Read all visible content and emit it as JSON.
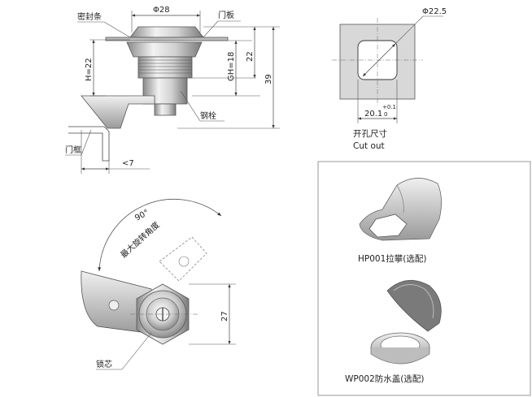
{
  "side_view": {
    "seal_label": "密封条",
    "door_panel_label": "门板",
    "door_frame_label": "门框",
    "latch_label": "钢栓",
    "flange_diameter": "Φ28",
    "height_label": "H=22",
    "grip_height_label": "GH=18",
    "dim_22": "22",
    "dim_39": "39",
    "offset_label": "<7"
  },
  "cutout": {
    "diameter_label": "Φ22.5",
    "width_label": "20.1",
    "tol_plus": "+0.1",
    "tol_minus": "0",
    "title_cn": "开孔尺寸",
    "title_en": "Cut out"
  },
  "front_view": {
    "angle_label": "90°",
    "rotation_label": "最大旋转角度",
    "height_label": "27",
    "core_label": "锁芯"
  },
  "accessories": {
    "hp001_label": "HP001拉攀(选配)",
    "wp002_label": "WP002防水盖(选配)"
  }
}
